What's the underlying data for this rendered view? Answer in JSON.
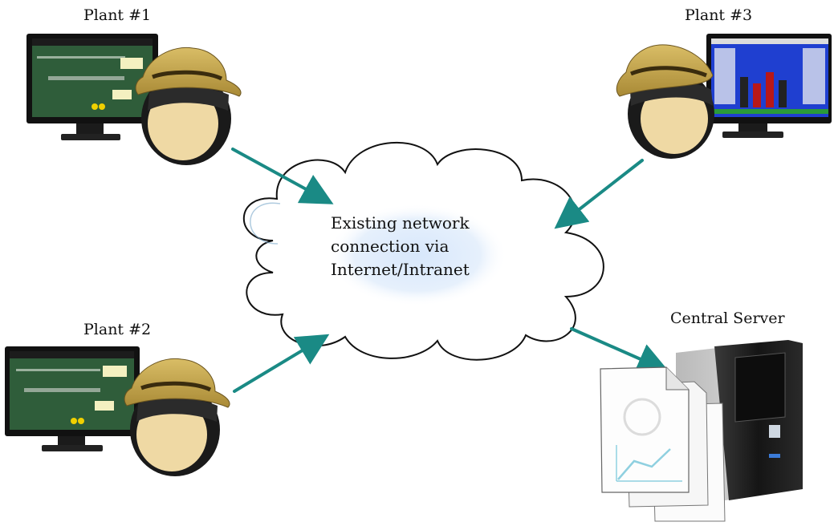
{
  "labels": {
    "plant1": "Plant #1",
    "plant2": "Plant #2",
    "plant3": "Plant #3",
    "server": "Central Server"
  },
  "cloud": {
    "lines": [
      "Existing network",
      "connection via",
      "Internet/Intranet"
    ]
  },
  "colors": {
    "arrow": "#1a8a85",
    "hat": "#c9a94e",
    "face": "#efd9a4",
    "mask": "#2b2b2b",
    "screen_green": "#2f5d3a",
    "screen_blue": "#1f3fd0"
  },
  "icons": [
    "hacker-icon",
    "monitor-icon",
    "server-tower-icon",
    "document-icon"
  ]
}
